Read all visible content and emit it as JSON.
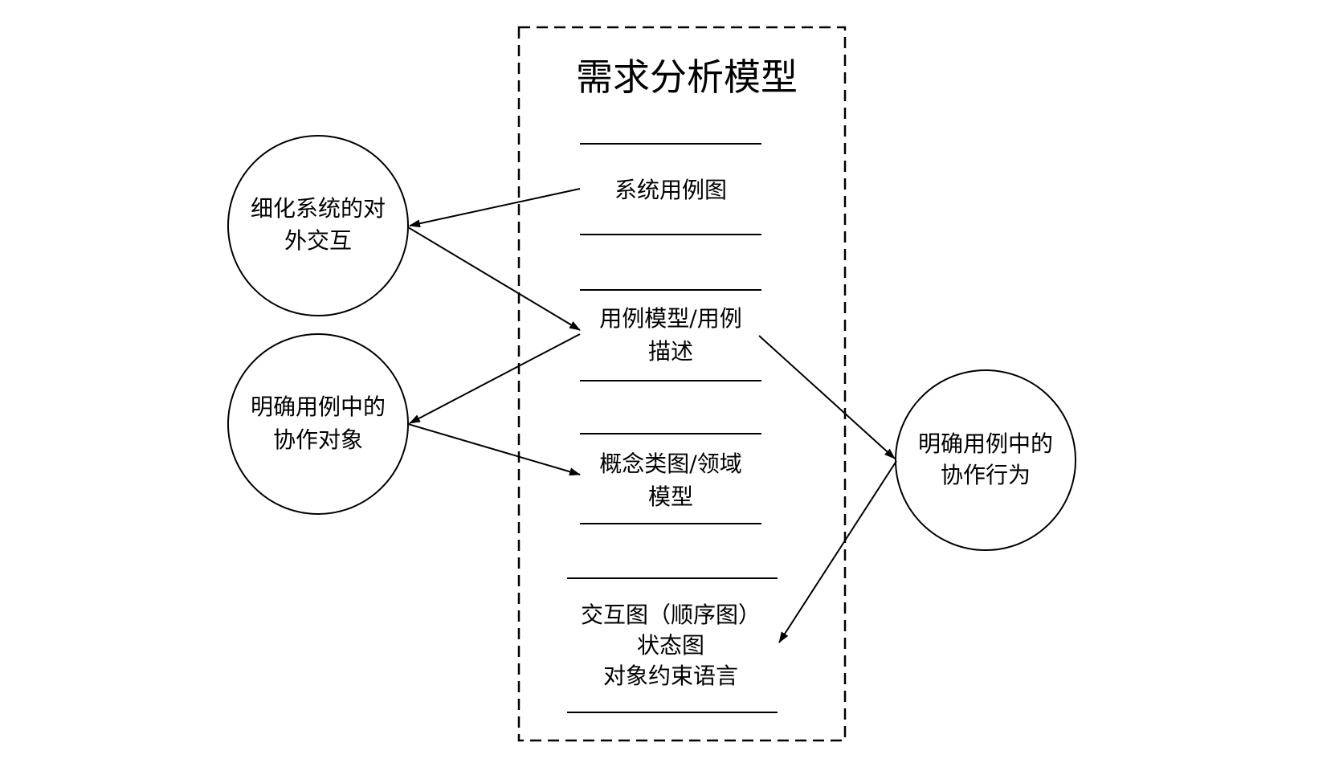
{
  "diagram": {
    "title": "需求分析模型",
    "artifacts": [
      {
        "lines": [
          "系统用例图"
        ]
      },
      {
        "lines": [
          "用例模型/用例",
          "描述"
        ]
      },
      {
        "lines": [
          "概念类图/领域",
          "模型"
        ]
      },
      {
        "lines": [
          "交互图（顺序图）",
          "状态图",
          "对象约束语言"
        ]
      }
    ],
    "activities": [
      {
        "lines": [
          "细化系统的对",
          "外交互"
        ]
      },
      {
        "lines": [
          "明确用例中的",
          "协作对象"
        ]
      },
      {
        "lines": [
          "明确用例中的",
          "协作行为"
        ]
      }
    ]
  }
}
